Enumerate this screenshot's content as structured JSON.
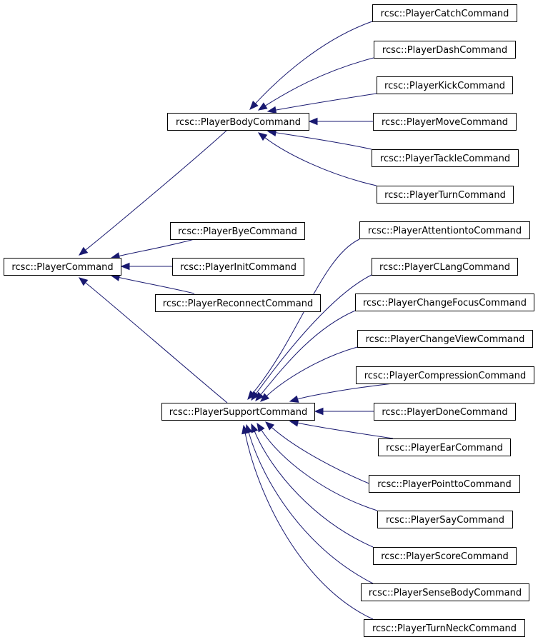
{
  "diagram": {
    "edge_color": "#191970",
    "nodes": [
      {
        "id": "PlayerCommand",
        "label": "rcsc::PlayerCommand"
      },
      {
        "id": "PlayerBodyCommand",
        "label": "rcsc::PlayerBodyCommand"
      },
      {
        "id": "PlayerSupportCommand",
        "label": "rcsc::PlayerSupportCommand"
      },
      {
        "id": "PlayerByeCommand",
        "label": "rcsc::PlayerByeCommand"
      },
      {
        "id": "PlayerInitCommand",
        "label": "rcsc::PlayerInitCommand"
      },
      {
        "id": "PlayerReconnectCommand",
        "label": "rcsc::PlayerReconnectCommand"
      },
      {
        "id": "PlayerCatchCommand",
        "label": "rcsc::PlayerCatchCommand"
      },
      {
        "id": "PlayerDashCommand",
        "label": "rcsc::PlayerDashCommand"
      },
      {
        "id": "PlayerKickCommand",
        "label": "rcsc::PlayerKickCommand"
      },
      {
        "id": "PlayerMoveCommand",
        "label": "rcsc::PlayerMoveCommand"
      },
      {
        "id": "PlayerTackleCommand",
        "label": "rcsc::PlayerTackleCommand"
      },
      {
        "id": "PlayerTurnCommand",
        "label": "rcsc::PlayerTurnCommand"
      },
      {
        "id": "PlayerAttentiontoCommand",
        "label": "rcsc::PlayerAttentiontoCommand"
      },
      {
        "id": "PlayerCLangCommand",
        "label": "rcsc::PlayerCLangCommand"
      },
      {
        "id": "PlayerChangeFocusCommand",
        "label": "rcsc::PlayerChangeFocusCommand"
      },
      {
        "id": "PlayerChangeViewCommand",
        "label": "rcsc::PlayerChangeViewCommand"
      },
      {
        "id": "PlayerCompressionCommand",
        "label": "rcsc::PlayerCompressionCommand"
      },
      {
        "id": "PlayerDoneCommand",
        "label": "rcsc::PlayerDoneCommand"
      },
      {
        "id": "PlayerEarCommand",
        "label": "rcsc::PlayerEarCommand"
      },
      {
        "id": "PlayerPointtoCommand",
        "label": "rcsc::PlayerPointtoCommand"
      },
      {
        "id": "PlayerSayCommand",
        "label": "rcsc::PlayerSayCommand"
      },
      {
        "id": "PlayerScoreCommand",
        "label": "rcsc::PlayerScoreCommand"
      },
      {
        "id": "PlayerSenseBodyCommand",
        "label": "rcsc::PlayerSenseBodyCommand"
      },
      {
        "id": "PlayerTurnNeckCommand",
        "label": "rcsc::PlayerTurnNeckCommand"
      }
    ],
    "edges": [
      {
        "from": "PlayerBodyCommand",
        "to": "PlayerCommand"
      },
      {
        "from": "PlayerSupportCommand",
        "to": "PlayerCommand"
      },
      {
        "from": "PlayerByeCommand",
        "to": "PlayerCommand"
      },
      {
        "from": "PlayerInitCommand",
        "to": "PlayerCommand"
      },
      {
        "from": "PlayerReconnectCommand",
        "to": "PlayerCommand"
      },
      {
        "from": "PlayerCatchCommand",
        "to": "PlayerBodyCommand"
      },
      {
        "from": "PlayerDashCommand",
        "to": "PlayerBodyCommand"
      },
      {
        "from": "PlayerKickCommand",
        "to": "PlayerBodyCommand"
      },
      {
        "from": "PlayerMoveCommand",
        "to": "PlayerBodyCommand"
      },
      {
        "from": "PlayerTackleCommand",
        "to": "PlayerBodyCommand"
      },
      {
        "from": "PlayerTurnCommand",
        "to": "PlayerBodyCommand"
      },
      {
        "from": "PlayerAttentiontoCommand",
        "to": "PlayerSupportCommand"
      },
      {
        "from": "PlayerCLangCommand",
        "to": "PlayerSupportCommand"
      },
      {
        "from": "PlayerChangeFocusCommand",
        "to": "PlayerSupportCommand"
      },
      {
        "from": "PlayerChangeViewCommand",
        "to": "PlayerSupportCommand"
      },
      {
        "from": "PlayerCompressionCommand",
        "to": "PlayerSupportCommand"
      },
      {
        "from": "PlayerDoneCommand",
        "to": "PlayerSupportCommand"
      },
      {
        "from": "PlayerEarCommand",
        "to": "PlayerSupportCommand"
      },
      {
        "from": "PlayerPointtoCommand",
        "to": "PlayerSupportCommand"
      },
      {
        "from": "PlayerSayCommand",
        "to": "PlayerSupportCommand"
      },
      {
        "from": "PlayerScoreCommand",
        "to": "PlayerSupportCommand"
      },
      {
        "from": "PlayerSenseBodyCommand",
        "to": "PlayerSupportCommand"
      },
      {
        "from": "PlayerTurnNeckCommand",
        "to": "PlayerSupportCommand"
      }
    ]
  }
}
